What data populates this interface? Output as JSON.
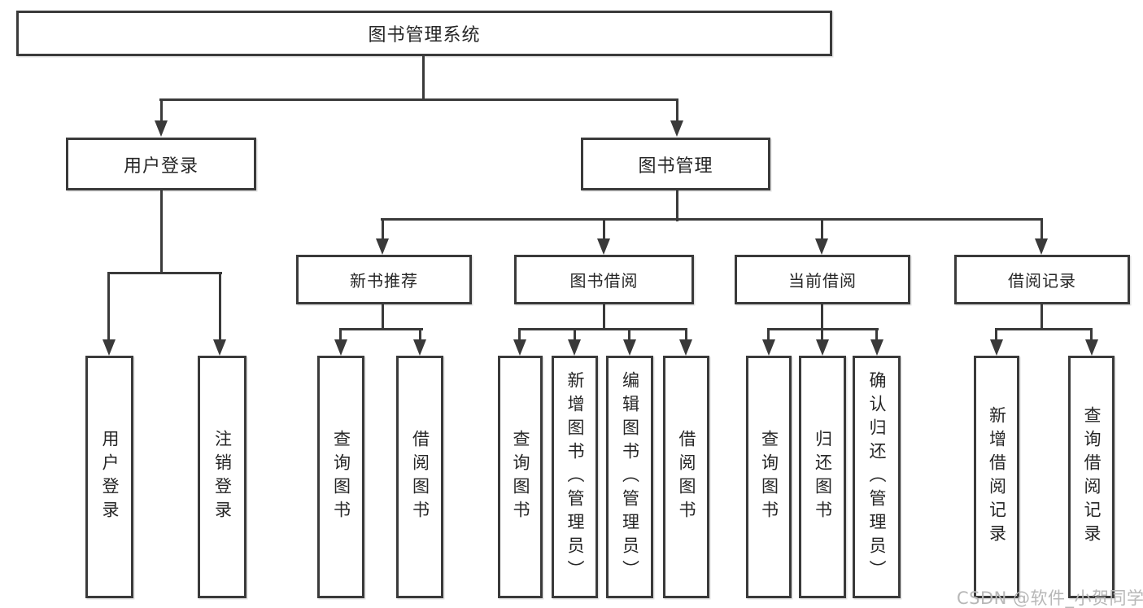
{
  "tree": {
    "root": {
      "label": "图书管理系统",
      "children": [
        {
          "label": "用户登录",
          "children": [
            {
              "label": "用户登录"
            },
            {
              "label": "注销登录"
            }
          ]
        },
        {
          "label": "图书管理",
          "children": [
            {
              "label": "新书推荐",
              "children": [
                {
                  "label": "查询图书"
                },
                {
                  "label": "借阅图书"
                }
              ]
            },
            {
              "label": "图书借阅",
              "children": [
                {
                  "label": "查询图书"
                },
                {
                  "label": "新增图书（管理员）"
                },
                {
                  "label": "编辑图书（管理员）"
                },
                {
                  "label": "借阅图书"
                }
              ]
            },
            {
              "label": "当前借阅",
              "children": [
                {
                  "label": "查询图书"
                },
                {
                  "label": "归还图书"
                },
                {
                  "label": "确认归还（管理员）"
                }
              ]
            },
            {
              "label": "借阅记录",
              "children": [
                {
                  "label": "新增借阅记录"
                },
                {
                  "label": "查询借阅记录"
                }
              ]
            }
          ]
        }
      ]
    }
  },
  "watermark": {
    "text": "CSDN @软件_小贺同学"
  },
  "style": {
    "line_color": "#3a3a3a",
    "text_color": "#262626",
    "watermark_color": "#b7b7b7",
    "background": "#ffffff"
  }
}
